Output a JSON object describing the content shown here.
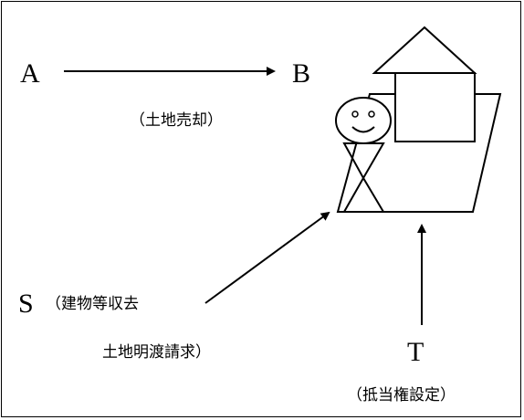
{
  "diagram": {
    "nodes": {
      "a": {
        "label": "A"
      },
      "b": {
        "label": "B"
      },
      "s": {
        "label": "S"
      },
      "t": {
        "label": "T"
      }
    },
    "annotations": {
      "sale": "（土地売却）",
      "s_claim_line1": "（建物等収去",
      "s_claim_line2": "土地明渡請求）",
      "mortgage": "（抵当権設定）"
    },
    "relations": [
      {
        "from": "A",
        "to": "B",
        "label": "（土地売却）"
      },
      {
        "from": "S",
        "to": "land",
        "label": "（建物等収去 土地明渡請求）"
      },
      {
        "from": "T",
        "to": "land",
        "label": "（抵当権設定）"
      }
    ],
    "colors": {
      "stroke": "#000000",
      "background": "#ffffff"
    }
  }
}
